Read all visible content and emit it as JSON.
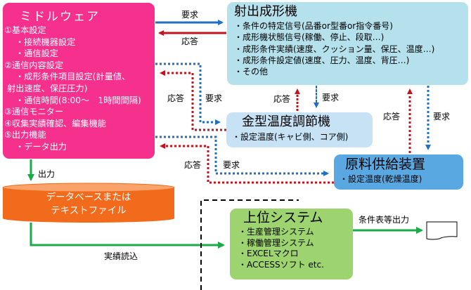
{
  "middleware": {
    "title": "ミドルウェア",
    "lines": [
      "①基本設定",
      "・接続機器設定",
      "・通信設定",
      "②通信内容設定",
      "・成形条件項目設定(計量値、",
      "射出速度、保圧圧力)",
      "・通信時間(8:00～　1時間間隔)",
      "③通信モニター",
      "④収集実績確認、編集機能",
      "⑤出力機能",
      "・データ出力"
    ]
  },
  "molding_machine": {
    "title": "射出成形機",
    "lines": [
      "・条件の特定信号(品番or型番or指令番号)",
      "・成形機状態信号(稼働、停止、段取…)",
      "・成形条件実績(速度、クッション量、保圧、温度…)",
      "・成形条件設定値(速度、圧力、温度、背圧…)",
      "・その他"
    ]
  },
  "mold_temp_controller": {
    "title": "金型温度調節機",
    "lines": [
      "・設定温度(キャビ側、コア側)"
    ]
  },
  "material_supply": {
    "title": "原料供給装置",
    "lines": [
      "・設定温度(乾燥温度)"
    ]
  },
  "database": {
    "lines": [
      "データベースまたは",
      "テキストファイル"
    ]
  },
  "upper_system": {
    "title": "上位システム",
    "lines": [
      "・生産管理システム",
      "・稼働管理システム",
      "・EXCELマクロ",
      "・ACCESSソフト etc."
    ]
  },
  "labels": {
    "request": "要求",
    "response": "応答",
    "output": "出力",
    "results_read": "実績読込",
    "condition_output": "条件表等出力"
  },
  "colors": {
    "middleware": "#f5318d",
    "molding_machine": "#b5e1ec",
    "mold_temp_controller": "#c6e2f4",
    "material_supply": "#5aa8e2",
    "database": "#f26a1b",
    "upper_system": "#9ed46f",
    "request_arrow": "#1f6fc4",
    "response_arrow": "#c0141e",
    "flow_arrow": "#1aaa4a"
  }
}
